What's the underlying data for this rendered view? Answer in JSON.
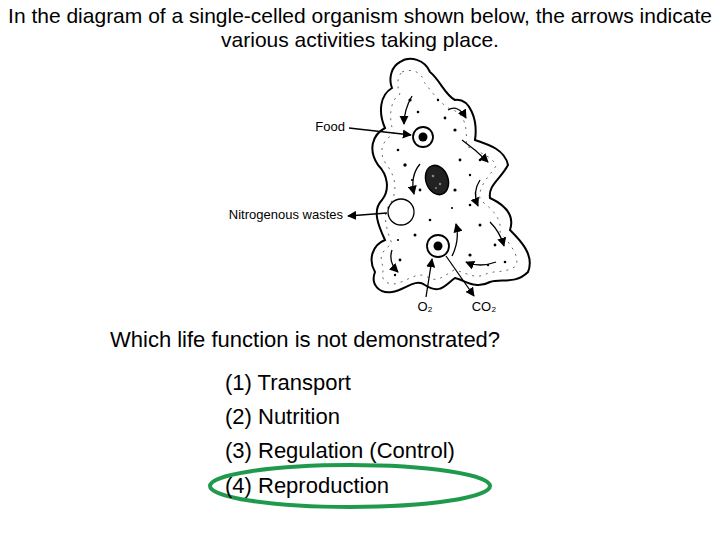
{
  "diagram": {
    "title": "In the diagram of a single-celled organism shown below, the arrows indicate various activities taking place.",
    "nodes": [
      {
        "text": [
          "(4) Reproduction"
        ]
      }
    ],
    "labels": [
      "Food",
      "Nitrogenous wastes",
      "O₂",
      "CO₂",
      "Which life function is not demonstrated?",
      "(1) Transport",
      "(2) Nutrition",
      "(3) Regulation (Control)"
    ]
  }
}
